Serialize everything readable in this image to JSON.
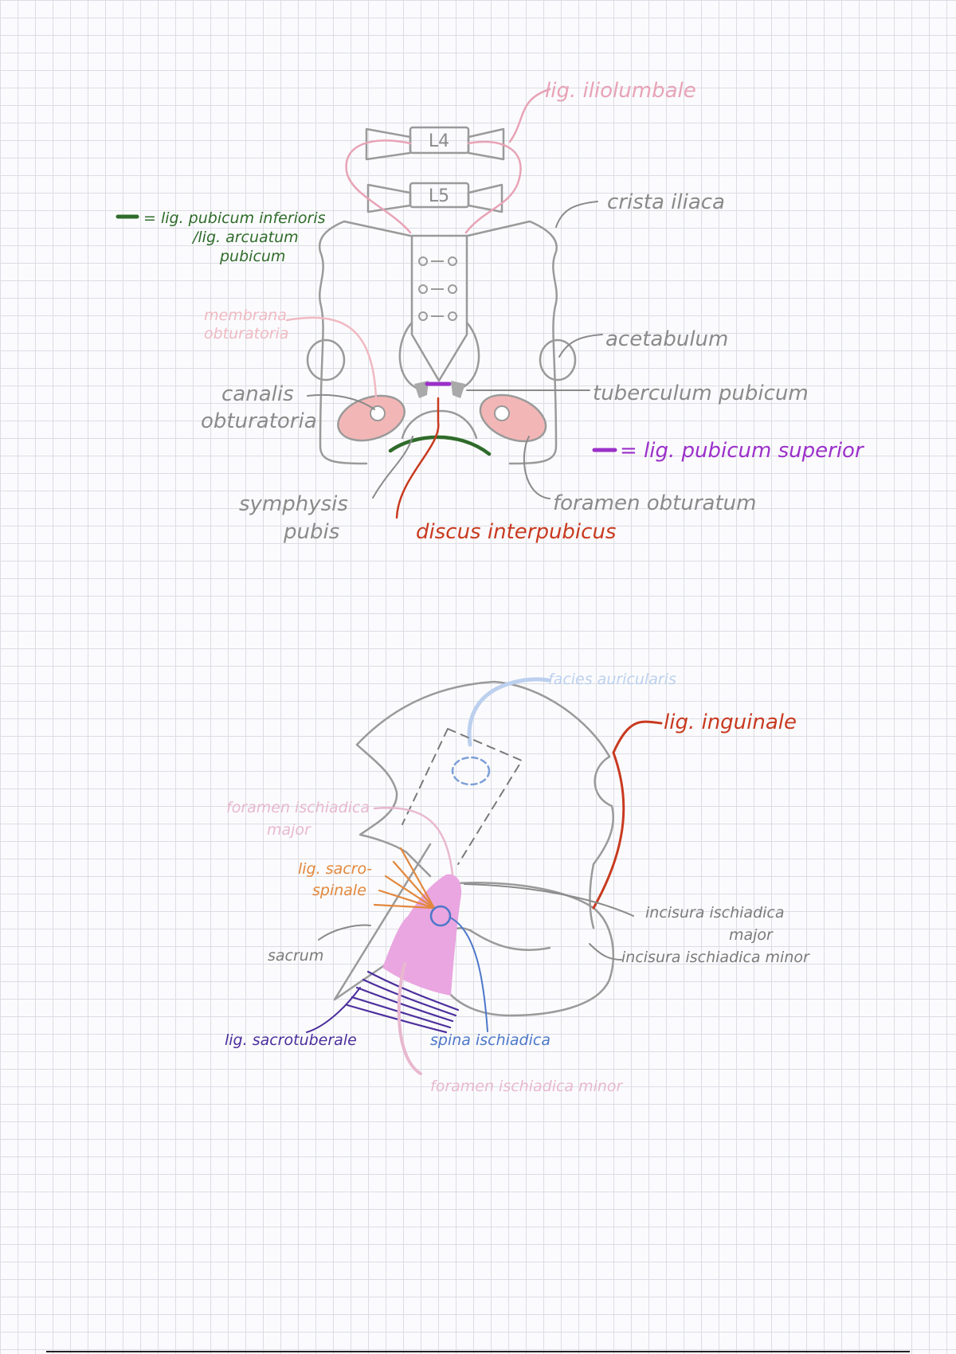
{
  "colors": {
    "outline": "#9a9a9a",
    "pink": "#e8a3b6",
    "pink_fill": "#f3b6b6",
    "dark_green": "#2f6b2a",
    "purple": "#9b30c9",
    "red": "#c83a20",
    "light_pink": "#f0b9c2",
    "light_blue": "#bcd0ee",
    "orange": "#e2873c",
    "violet": "#4b2e9c",
    "blue": "#4d77c9",
    "magenta_fill": "#e9a6e0",
    "pale_pink": "#e8b8cf"
  },
  "top_diagram": {
    "vertebrae": [
      "L4",
      "L5"
    ],
    "labels": {
      "lig_iliolumbale": "lig. iliolumbale",
      "crista_iliaca": "crista iliaca",
      "legend_inferior_1": "= lig. pubicum inferioris",
      "legend_inferior_2": "/lig. arcuatum",
      "legend_inferior_3": "pubicum",
      "membrana_1": "membrana",
      "membrana_2": "obturatoria",
      "acetabulum": "acetabulum",
      "canalis_1": "canalis",
      "canalis_2": "obturatoria",
      "tuberculum_pubicum": "tuberculum pubicum",
      "legend_superior": "= lig. pubicum superior",
      "symphysis_1": "symphysis",
      "symphysis_2": "pubis",
      "foramen_obturatum": "foramen obturatum",
      "discus_interpubicus": "discus interpubicus"
    }
  },
  "bottom_diagram": {
    "labels": {
      "facies_auricularis": "facies auricularis",
      "lig_inguinale": "lig. inguinale",
      "foramen_major_1": "foramen ischiadica",
      "foramen_major_2": "major",
      "lig_sacrospinale_1": "lig. sacro-",
      "lig_sacrospinale_2": "spinale",
      "incisura_major_1": "incisura ischiadica",
      "incisura_major_2": "major",
      "incisura_minor": "incisura ischiadica minor",
      "sacrum": "sacrum",
      "lig_sacrotuberale": "lig. sacrotuberale",
      "spina_ischiadica": "spina ischiadica",
      "foramen_minor": "foramen ischiadica minor"
    }
  }
}
